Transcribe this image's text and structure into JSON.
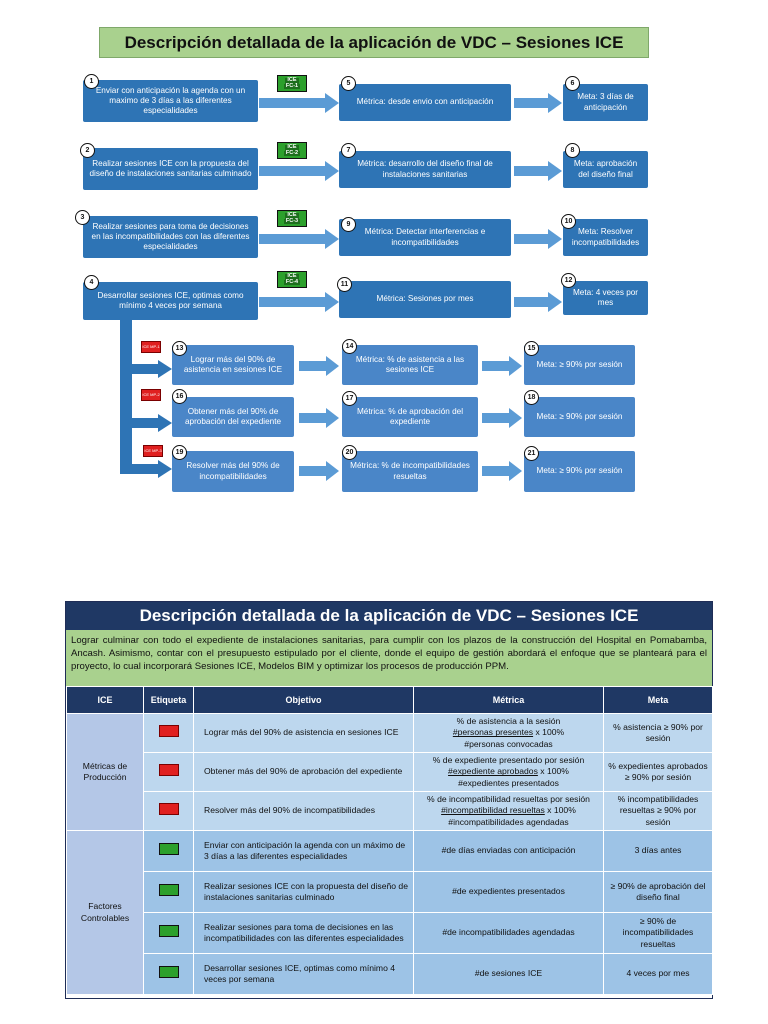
{
  "diagram": {
    "title": "Descripción detallada de la aplicación de VDC – Sesiones ICE",
    "rows": [
      {
        "tag": "ICE\nFC-1",
        "left": {
          "num": "1",
          "text": "Enviar con anticipación la agenda con un maximo de 3 días a las diferentes especialidades"
        },
        "mid": {
          "num": "5",
          "text": "Métrica: desde envio con anticipación"
        },
        "right": {
          "num": "6",
          "text": "Meta: 3 días de anticipación"
        }
      },
      {
        "tag": "ICE\nFC-2",
        "left": {
          "num": "2",
          "text": "Realizar sesiones ICE con la propuesta del diseño de instalaciones sanitarias culminado"
        },
        "mid": {
          "num": "7",
          "text": "Métrica: desarrollo del diseño final de instalaciones sanitarias"
        },
        "right": {
          "num": "8",
          "text": "Meta: aprobación del diseño final"
        }
      },
      {
        "tag": "ICE\nFC-3",
        "left": {
          "num": "3",
          "text": "Realizar sesiones para toma de decisiones en las incompatibilidades con las diferentes especialidades"
        },
        "mid": {
          "num": "9",
          "text": "Métrica: Detectar interferencias e incompatibilidades"
        },
        "right": {
          "num": "10",
          "text": "Meta: Resolver incompatibilidades"
        }
      },
      {
        "tag": "ICE\nFC-4",
        "left": {
          "num": "4",
          "text": "Desarrollar sesiones ICE, optimas como mínimo 4 veces por semana"
        },
        "mid": {
          "num": "11",
          "text": "Métrica: Sesiones por mes"
        },
        "right": {
          "num": "12",
          "text": "Meta: 4 veces por mes"
        }
      }
    ],
    "subrows": [
      {
        "left": {
          "num": "13",
          "text": "Lograr más del 90% de asistencia en sesiones ICE"
        },
        "mid": {
          "num": "14",
          "text": "Métrica: % de asistencia a las sesiones ICE"
        },
        "right": {
          "num": "15",
          "text": "Meta: ≥ 90% por sesión"
        }
      },
      {
        "left": {
          "num": "16",
          "text": "Obtener más del 90% de aprobación del expediente"
        },
        "mid": {
          "num": "17",
          "text": "Métrica: % de aprobación del expediente"
        },
        "right": {
          "num": "18",
          "text": "Meta: ≥ 90% por sesión"
        }
      },
      {
        "left": {
          "num": "19",
          "text": "Resolver más del 90% de incompatibilidades"
        },
        "mid": {
          "num": "20",
          "text": "Métrica: % de incompatibilidades resueltas"
        },
        "right": {
          "num": "21",
          "text": "Meta: ≥ 90% por sesión"
        }
      }
    ]
  },
  "table": {
    "title": "Descripción detallada de la aplicación de VDC – Sesiones ICE",
    "intro": "Lograr culminar con todo el expediente de instalaciones sanitarias, para cumplir con los plazos de la construcción del Hospital en Pomabamba, Ancash. Asimismo, contar con el presupuesto estipulado por el cliente, donde el equipo de gestión abordará el enfoque que se planteará para el proyecto, lo cual incorporará Sesiones ICE, Modelos BIM y optimizar los procesos de producción PPM.",
    "headers": [
      "ICE",
      "Etiqueta",
      "Objetivo",
      "Métrica",
      "Meta"
    ],
    "groups": {
      "production": "Métricas de Producción",
      "controllable": "Factores Controlables"
    },
    "production_rows": [
      {
        "objetivo": "Lograr más del 90% de asistencia en sesiones ICE",
        "metrica_1": "% de asistencia a la sesión",
        "metrica_2u": "#personas presentes",
        "metrica_2r": " x 100%",
        "metrica_3": "#personas convocadas",
        "meta": "% asistencia ≥ 90% por sesión"
      },
      {
        "objetivo": "Obtener más del 90% de aprobación del expediente",
        "metrica_1": "% de expediente presentado por sesión",
        "metrica_2u": "#expediente aprobados",
        "metrica_2r": " x 100%",
        "metrica_3": "#expedientes presentados",
        "meta": "% expedientes aprobados ≥ 90% por sesión"
      },
      {
        "objetivo": "Resolver más del 90% de incompatibilidades",
        "metrica_1": "% de incompatibilidad resueltas por sesión",
        "metrica_2u": "#incompatibilidad resueltas",
        "metrica_2r": " x 100%",
        "metrica_3": "#incompatibilidades agendadas",
        "meta": "% incompatibilidades resueltas ≥ 90% por sesión"
      }
    ],
    "controllable_rows": [
      {
        "objetivo": "Enviar con anticipación la agenda con un máximo de 3 días a las diferentes especialidades",
        "metrica": "#de días enviadas con anticipación",
        "meta": "3 días antes"
      },
      {
        "objetivo": "Realizar sesiones ICE con la propuesta del diseño de instalaciones sanitarias culminado",
        "metrica": "#de expedientes presentados",
        "meta": "≥ 90% de aprobación del diseño final"
      },
      {
        "objetivo": "Realizar sesiones para toma de decisiones en las incompatibilidades con las diferentes especialidades",
        "metrica": "#de incompatibilidades agendadas",
        "meta": "≥ 90% de incompatibilidades resueltas"
      },
      {
        "objetivo": "Desarrollar sesiones ICE, optimas como mínimo 4 veces por semana",
        "metrica": "#de sesiones ICE",
        "meta": "4 veces por mes"
      }
    ]
  },
  "colors": {
    "box_blue": "#2e74b5",
    "arrow_blue": "#5b9bd5",
    "title_green": "#a9d18e",
    "header_navy": "#1f3864",
    "tag_green": "#2ca02c",
    "tag_red": "#e02020"
  }
}
